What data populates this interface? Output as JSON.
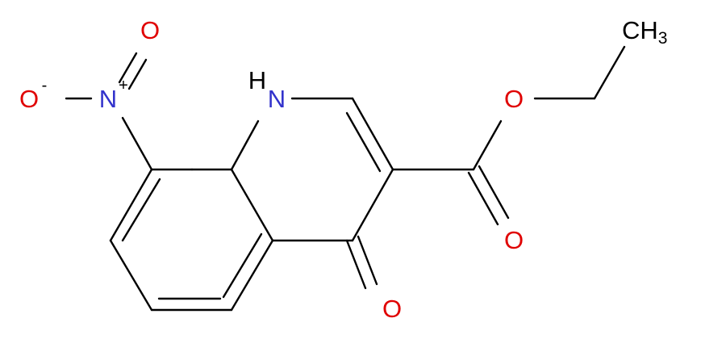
{
  "colors": {
    "background": "#ffffff",
    "bond": "#000000",
    "nitrogen": "#3333cc",
    "oxygen": "#e00000",
    "carbon_label": "#000000"
  },
  "molecule": {
    "labels": {
      "o_nitro_top": "O",
      "o_nitro_neg": "O",
      "o_nitro_neg_charge": "-",
      "n_nitro": "N",
      "n_nitro_charge": "+",
      "nh_n": "N",
      "nh_h": "H",
      "o_ester": "O",
      "o_carbonyl_ester": "O",
      "o_ketone": "O",
      "ch3_c": "CH",
      "ch3_sub": "3"
    }
  }
}
